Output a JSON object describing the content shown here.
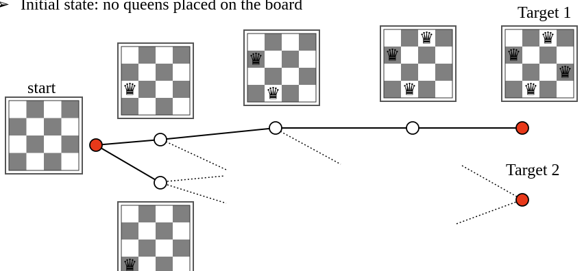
{
  "header": {
    "bullet": "➢",
    "text": "Initial state: no queens placed on the board"
  },
  "labels": {
    "start": "start",
    "target1": "Target 1",
    "target2": "Target 2"
  },
  "piece": {
    "queen_glyph": "♛",
    "name": "queen-icon"
  },
  "colors": {
    "light_square": "#ffffff",
    "dark_square": "#808080",
    "goal_node": "#e8391a",
    "open_node": "#ffffff",
    "edge": "#000000"
  },
  "boards": [
    {
      "id": "start",
      "queens": []
    },
    {
      "id": "b1",
      "queens": [
        [
          2,
          0
        ]
      ]
    },
    {
      "id": "b2",
      "queens": [
        [
          1,
          0
        ],
        [
          3,
          1
        ]
      ]
    },
    {
      "id": "b3",
      "queens": [
        [
          1,
          0
        ],
        [
          3,
          1
        ],
        [
          0,
          2
        ]
      ]
    },
    {
      "id": "target1",
      "queens": [
        [
          1,
          0
        ],
        [
          3,
          1
        ],
        [
          0,
          2
        ],
        [
          2,
          3
        ]
      ]
    },
    {
      "id": "bottom",
      "queens": [
        [
          3,
          0
        ]
      ]
    }
  ]
}
